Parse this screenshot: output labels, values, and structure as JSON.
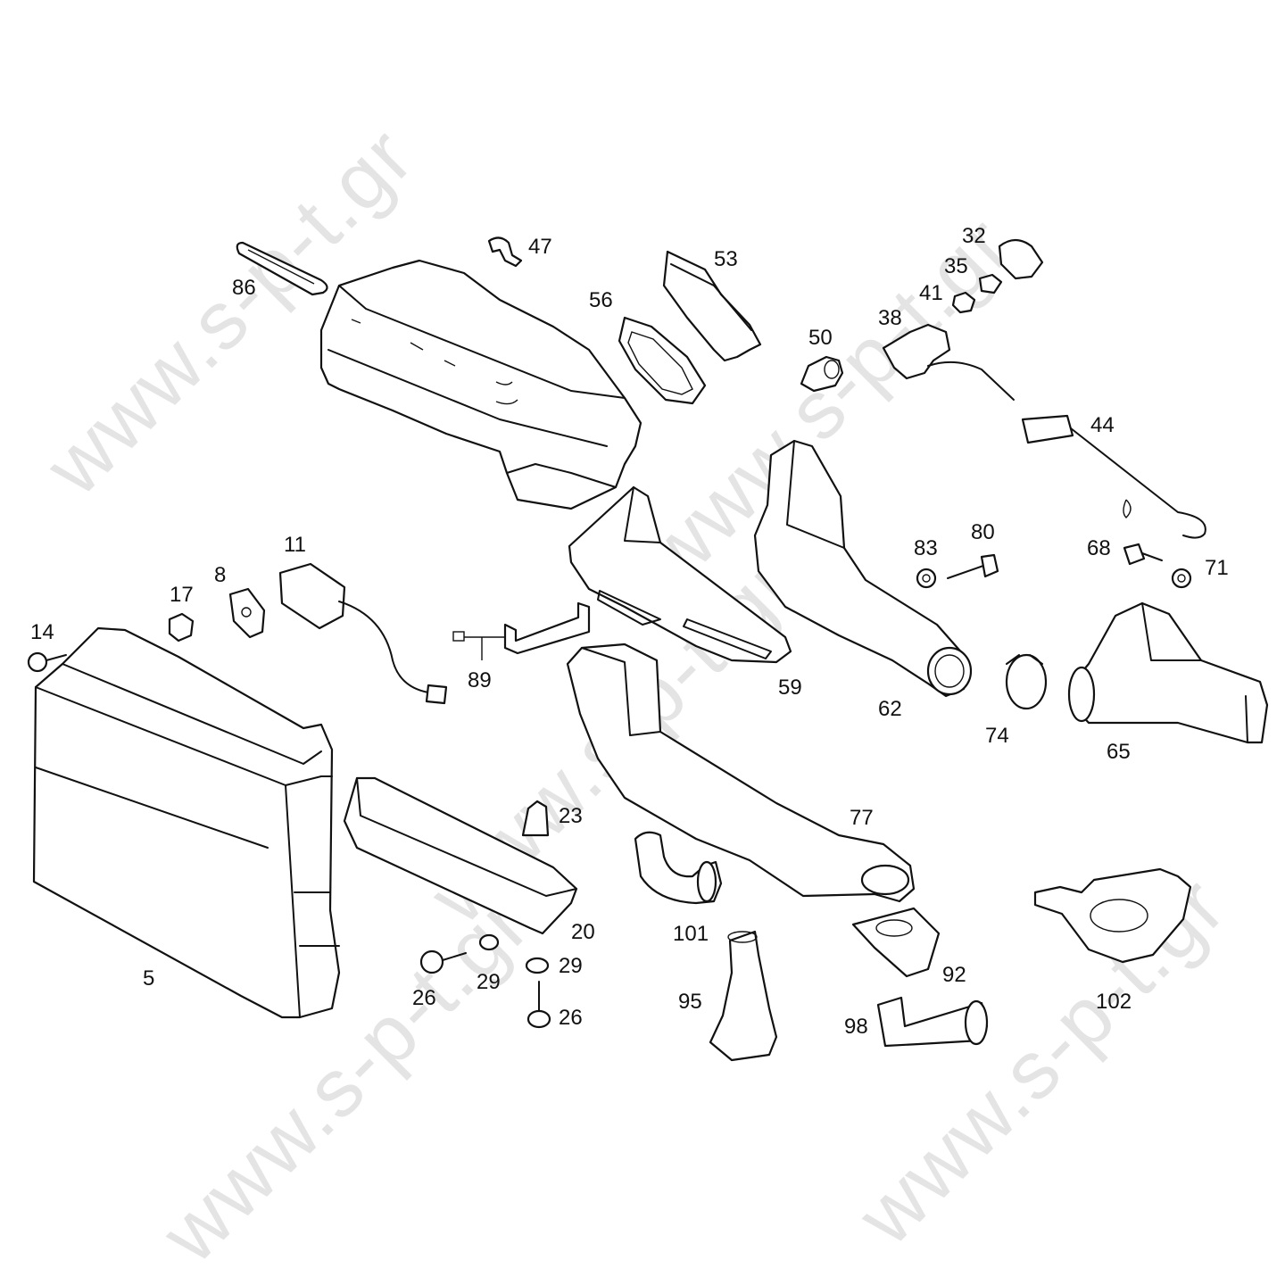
{
  "watermark": "www.s-p-t.gr",
  "callouts": [
    "5",
    "8",
    "11",
    "14",
    "17",
    "20",
    "23",
    "26",
    "26",
    "29",
    "29",
    "32",
    "35",
    "38",
    "41",
    "44",
    "47",
    "50",
    "53",
    "56",
    "59",
    "62",
    "65",
    "68",
    "71",
    "74",
    "77",
    "80",
    "83",
    "86",
    "89",
    "92",
    "95",
    "98",
    "101",
    "102"
  ]
}
